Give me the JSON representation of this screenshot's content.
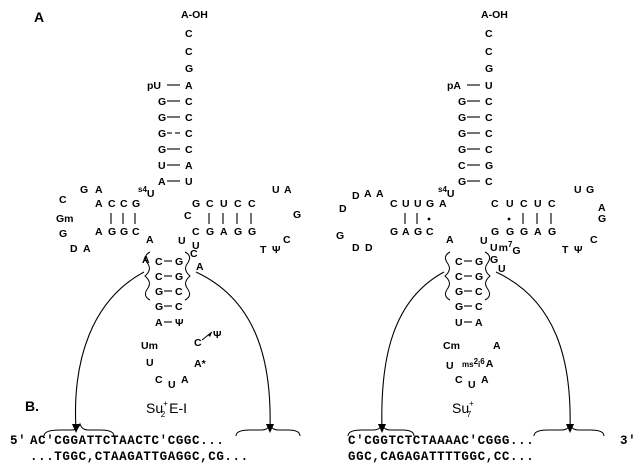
{
  "panels": {
    "a": "A",
    "b": "B."
  },
  "left": {
    "name_main": "Su",
    "name_sup": "+",
    "name_sub": "2",
    "name_rest": " E-I",
    "acceptor_end": "A-OH",
    "seq5": "5'",
    "seq_top": "AC'CGGATTCTAACTC'CGGC...",
    "seq_bottom": "...TGGC,CTAAGATTGAGGC,CG..."
  },
  "right": {
    "name_main": "Su",
    "name_sup": "+",
    "name_sub": "7",
    "acceptor_end": "A-OH",
    "seq3": "3'",
    "seq_top": "C'CGGTCTCTAAAAC'CGGG...",
    "seq_bottom": "GGC,CAGAGATTTTGGC,CC..."
  },
  "mods": {
    "s4U_left": "s4U",
    "s4U_right": "s4U",
    "gm": "Gm",
    "um": "Um",
    "cm": "Cm",
    "psi": "Ψ",
    "a_star": "A*",
    "m7g": "m7G",
    "ms2i6a": "ms2i6A"
  }
}
